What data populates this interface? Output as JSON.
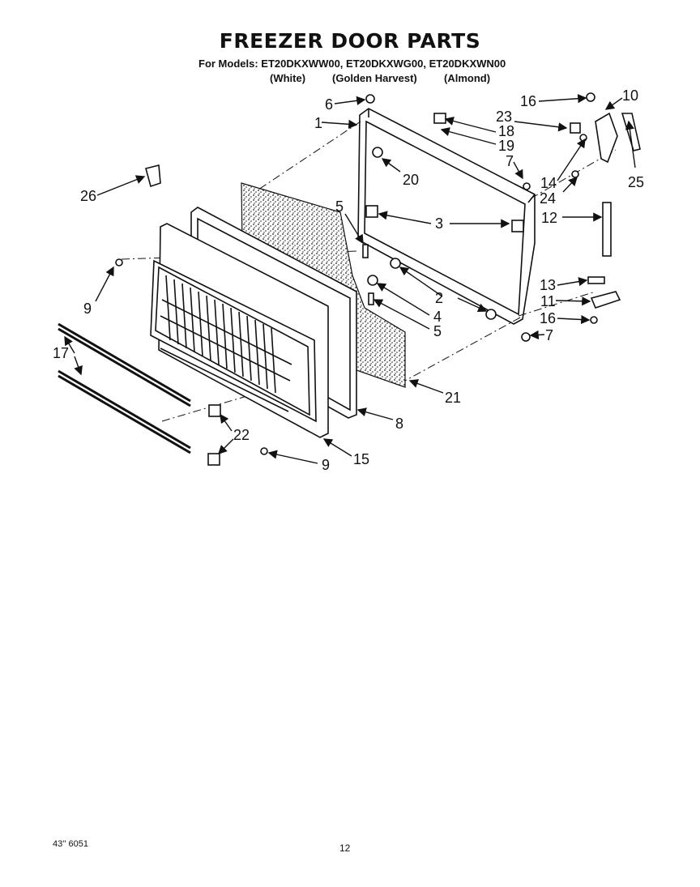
{
  "header": {
    "title": "FREEZER DOOR PARTS",
    "models_line": "For Models: ET20DKXWW00, ET20DKXWG00, ET20DKXWN00",
    "color_white": "(White)",
    "color_golden": "(Golden Harvest)",
    "color_almond": "(Almond)"
  },
  "callouts": {
    "c1": "1",
    "c2": "2",
    "c3": "3",
    "c4": "4",
    "c5a": "5",
    "c5b": "5",
    "c6": "6",
    "c7a": "7",
    "c7b": "7",
    "c8": "8",
    "c9a": "9",
    "c9b": "9",
    "c10": "10",
    "c11": "11",
    "c12": "12",
    "c13": "13",
    "c14": "14",
    "c15": "15",
    "c16a": "16",
    "c16b": "16",
    "c17": "17",
    "c18": "18",
    "c19": "19",
    "c20": "20",
    "c21": "21",
    "c22": "22",
    "c23": "23",
    "c24": "24",
    "c25": "25",
    "c26": "26"
  },
  "footer": {
    "code": "43'' 6051",
    "page": "12"
  },
  "style": {
    "ink": "#111111",
    "paper": "#ffffff"
  }
}
